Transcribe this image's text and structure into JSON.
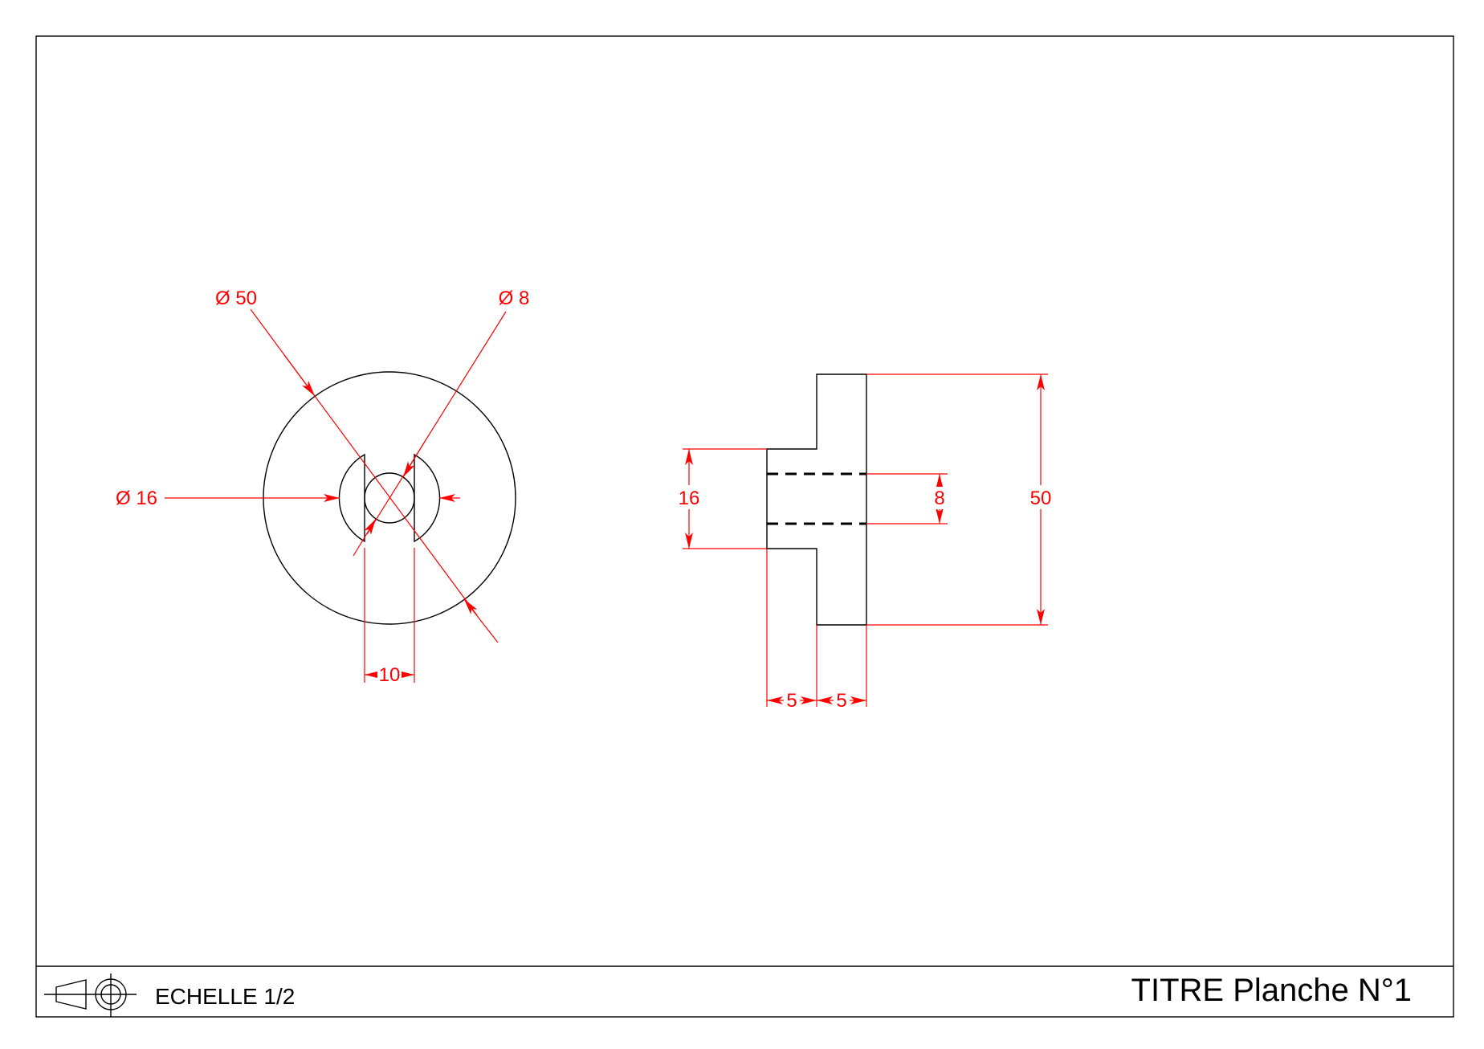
{
  "colors": {
    "dimension": "#ff0000",
    "geometry": "#000000",
    "background": "#ffffff"
  },
  "dimensions": {
    "outer_diameter": "Ø 50",
    "hole_diameter": "Ø 8",
    "boss_diameter": "Ø 16",
    "flat_width": "10",
    "boss_height": "16",
    "hole_height": "8",
    "flange_height": "50",
    "boss_length": "5",
    "flange_length": "5"
  },
  "title_block": {
    "scale": "ECHELLE 1/2",
    "title": "TITRE Planche N°1",
    "projection_icon": "first-angle-projection-icon"
  }
}
